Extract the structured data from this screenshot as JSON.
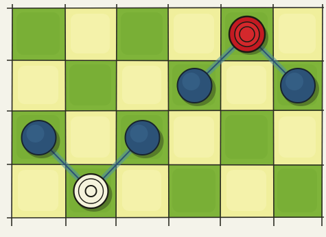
{
  "board": {
    "rows": 4,
    "cols": 6,
    "colors": {
      "green_square": "#7fb43a",
      "yellow_square": "#f0ef9c",
      "grid_line": "#2a2a22",
      "paper": "#f4f3ea"
    },
    "squares": [
      [
        "green",
        "yellow",
        "green",
        "yellow",
        "green",
        "yellow"
      ],
      [
        "yellow",
        "green",
        "yellow",
        "green",
        "yellow",
        "green"
      ],
      [
        "green",
        "yellow",
        "green",
        "yellow",
        "green",
        "yellow"
      ],
      [
        "yellow",
        "green",
        "yellow",
        "green",
        "yellow",
        "green"
      ]
    ]
  },
  "pieces": [
    {
      "id": "red-king",
      "color": "red",
      "row": 0,
      "col": 4,
      "fill": "#c31a22"
    },
    {
      "id": "blue-1",
      "color": "blue",
      "row": 1,
      "col": 3,
      "fill": "#2c5277"
    },
    {
      "id": "blue-2",
      "color": "blue",
      "row": 1,
      "col": 5,
      "fill": "#2c5277"
    },
    {
      "id": "blue-3",
      "color": "blue",
      "row": 2,
      "col": 0,
      "fill": "#2c5277"
    },
    {
      "id": "blue-4",
      "color": "blue",
      "row": 2,
      "col": 2,
      "fill": "#2c5277"
    },
    {
      "id": "white-piece",
      "color": "white",
      "row": 3,
      "col": 1,
      "fill": "#f5f3dc"
    }
  ],
  "moves": [
    {
      "from": "red-king",
      "to": "blue-1"
    },
    {
      "from": "red-king",
      "to": "blue-2"
    },
    {
      "from": "white-piece",
      "to": "blue-3"
    },
    {
      "from": "white-piece",
      "to": "blue-4"
    }
  ]
}
